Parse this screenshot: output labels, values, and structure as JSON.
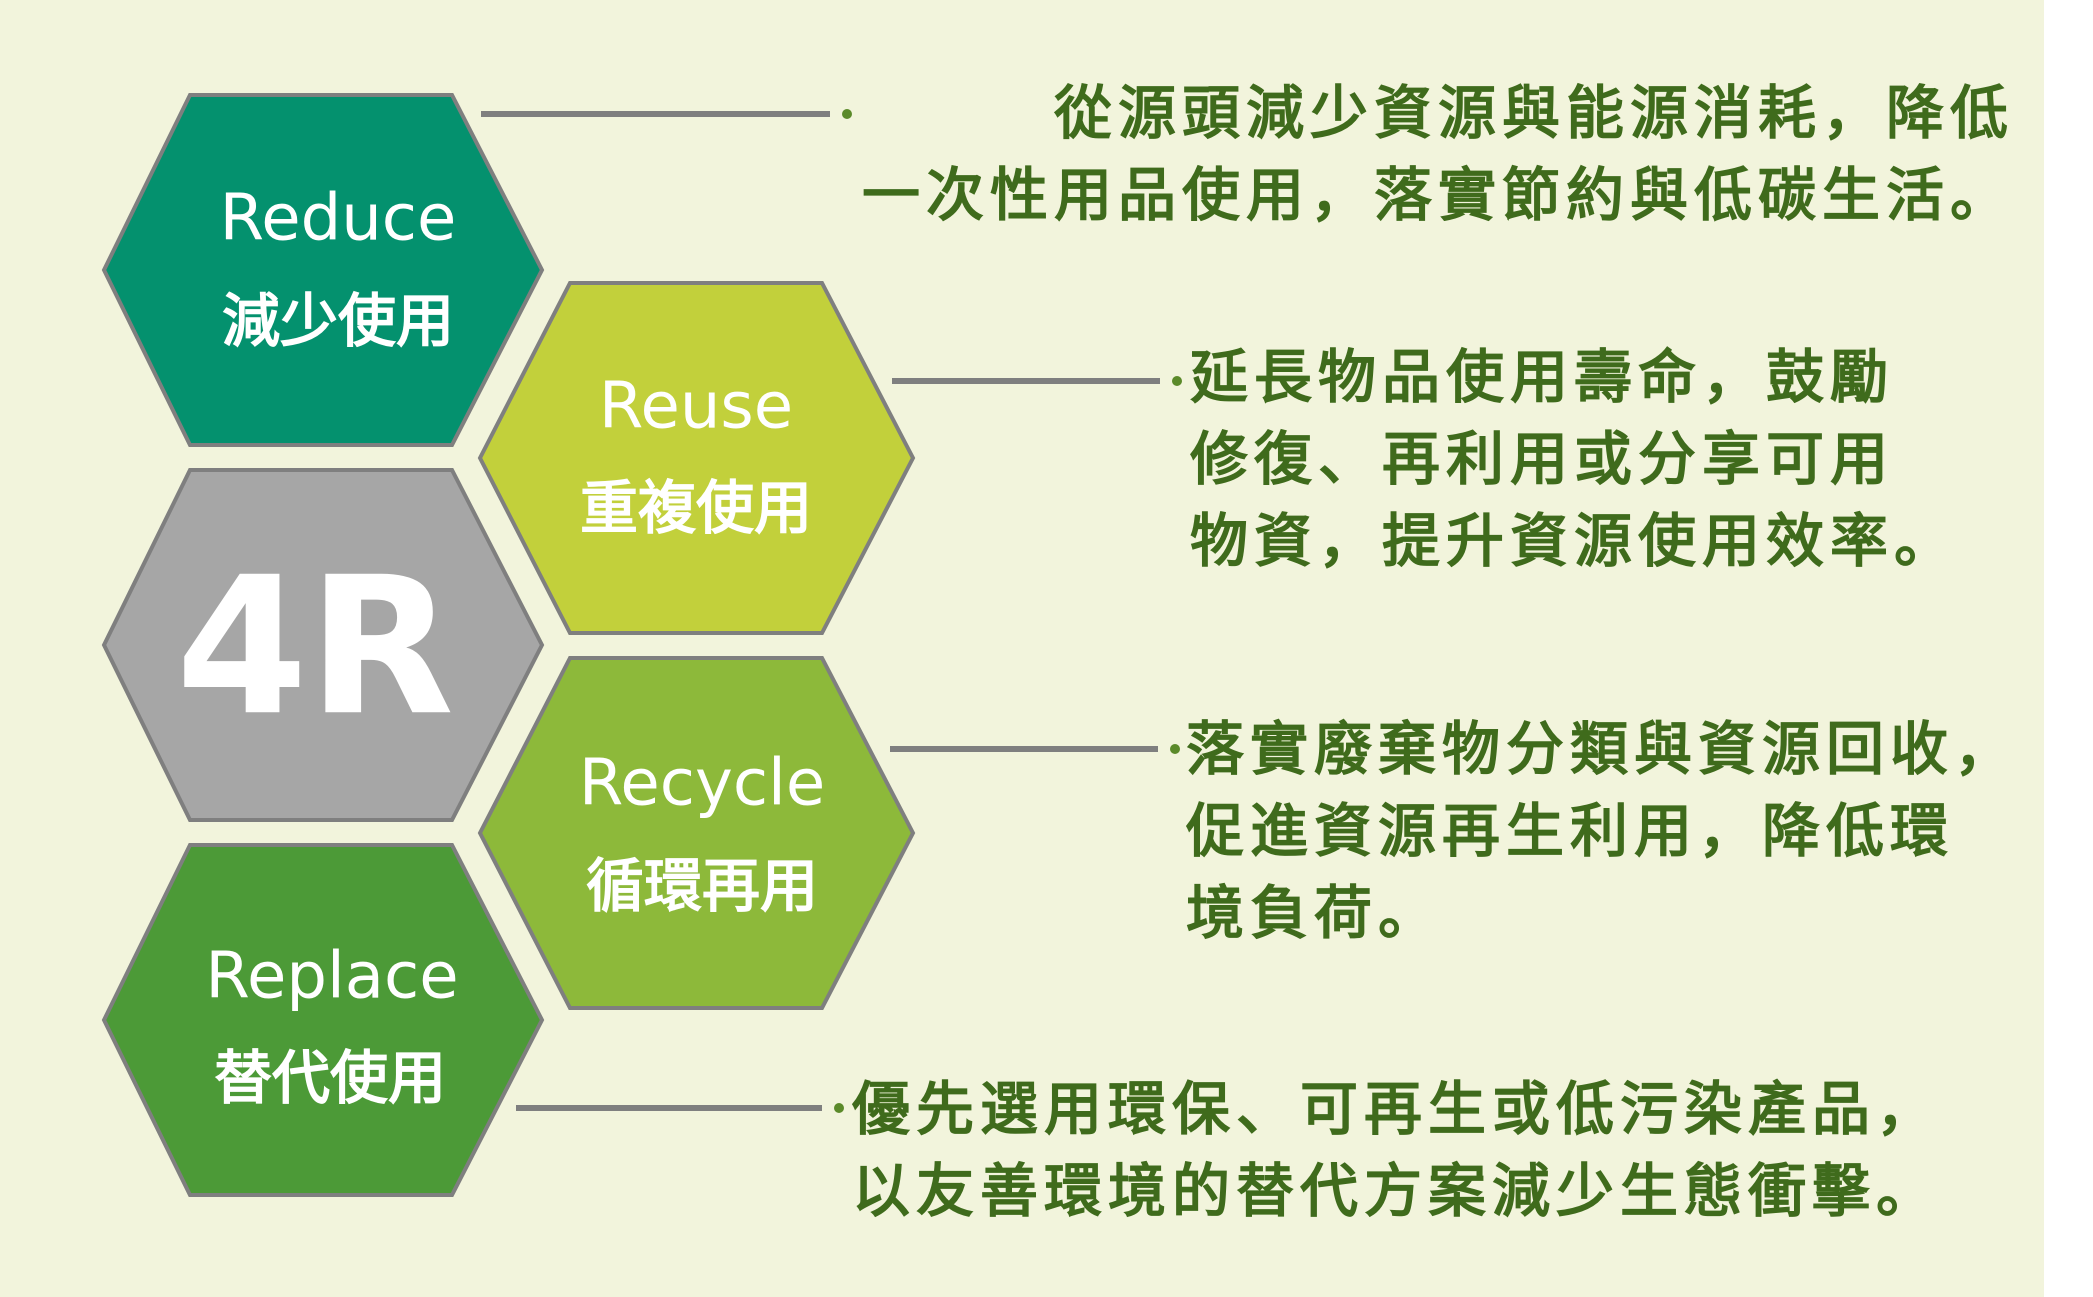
{
  "diagram": {
    "center": {
      "label": "4R",
      "color": "#a6a6a6"
    },
    "items": [
      {
        "key": "reduce",
        "title_en": "Reduce",
        "title_zh": "減少使用",
        "color": "#04916e",
        "description": [
          "從源頭減少資源與能源消耗，降低",
          "一次性用品使用，落實節約與低碳生活。"
        ]
      },
      {
        "key": "reuse",
        "title_en": "Reuse",
        "title_zh": "重複使用",
        "color": "#c2d03b",
        "description": [
          "延長物品使用壽命，鼓勵",
          "修復、再利用或分享可用",
          "物資，提升資源使用效率。"
        ]
      },
      {
        "key": "recycle",
        "title_en": "Recycle",
        "title_zh": "循環再用",
        "color": "#8db93a",
        "description": [
          "落實廢棄物分類與資源回收，",
          "促進資源再生利用，降低環",
          "境負荷。"
        ]
      },
      {
        "key": "replace",
        "title_en": "Replace",
        "title_zh": "替代使用",
        "color": "#4c9a37",
        "description": [
          "優先選用環保、可再生或低污染產品，",
          "以友善環境的替代方案減少生態衝擊。"
        ]
      }
    ]
  }
}
